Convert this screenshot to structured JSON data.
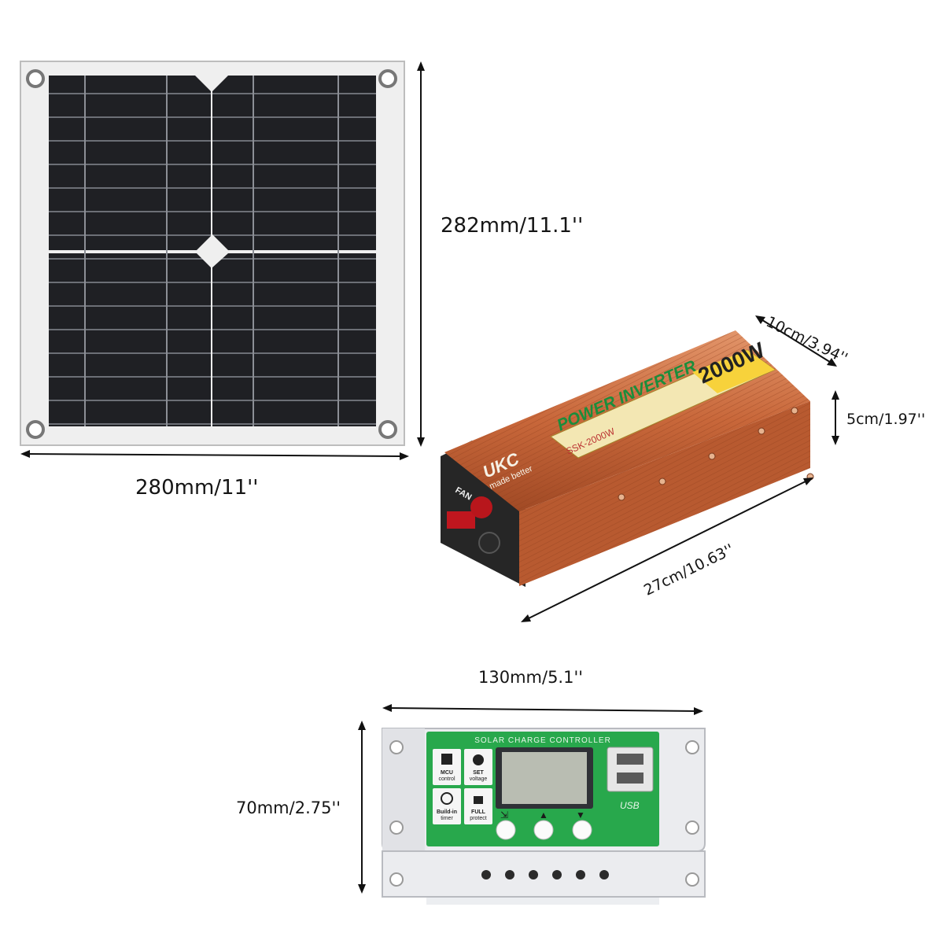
{
  "solar_panel": {
    "height_label": "282mm/11.1''",
    "width_label": "280mm/11''"
  },
  "inverter": {
    "depth_label": "10cm/3.94''",
    "height_label": "5cm/1.97''",
    "length_label": "27cm/10.63''",
    "brand": "UKC",
    "slogan": "made better",
    "model": "SSK-2000W",
    "title": "POWER INVERTER",
    "rating": "2000W",
    "fan_label": "FAN"
  },
  "controller": {
    "width_label": "130mm/5.1''",
    "height_label": "70mm/2.75''",
    "title": "SOLAR CHARGE CONTROLLER",
    "feature_mcu": [
      "MCU",
      "control"
    ],
    "feature_set": [
      "SET",
      "voltage"
    ],
    "feature_timer": [
      "Build-in",
      "timer"
    ],
    "feature_protect": [
      "FULL",
      "protect"
    ],
    "usb_label": "USB"
  },
  "colors": {
    "panel_cell": "#1e1f22",
    "panel_frame": "#eeeeee",
    "inverter_body": "#c8673a",
    "controller_face": "#27a64b",
    "controller_case": "#e8e9ec"
  }
}
